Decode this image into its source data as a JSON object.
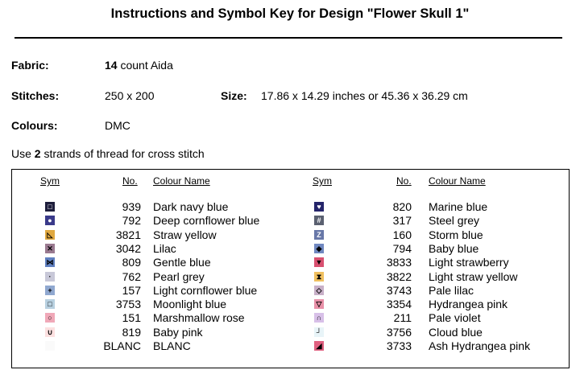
{
  "title": "Instructions and Symbol Key for Design \"Flower Skull 1\"",
  "fabric": {
    "label": "Fabric:",
    "count": "14",
    "text": "count Aida"
  },
  "stitches": {
    "label": "Stitches:",
    "value": "250 x 200"
  },
  "size": {
    "label": "Size:",
    "value": "17.86 x 14.29 inches or 45.36 x 36.29 cm"
  },
  "colours": {
    "label": "Colours:",
    "value": "DMC"
  },
  "strands": {
    "pre": "Use",
    "count": "2",
    "post": "strands of thread for cross stitch"
  },
  "headers": {
    "sym": "Sym",
    "no": "No.",
    "name": "Colour Name"
  },
  "left": [
    {
      "no": "939",
      "name": "Dark navy blue",
      "color": "#1e1e3c",
      "glyph": "□",
      "fg": "#fff"
    },
    {
      "no": "792",
      "name": "Deep cornflower blue",
      "color": "#3a3a8a",
      "glyph": "●",
      "fg": "#fff"
    },
    {
      "no": "3821",
      "name": "Straw yellow",
      "color": "#e0a840",
      "glyph": "◺",
      "fg": "#000"
    },
    {
      "no": "3042",
      "name": "Lilac",
      "color": "#9a7a90",
      "glyph": "✕",
      "fg": "#000"
    },
    {
      "no": "809",
      "name": "Gentle blue",
      "color": "#6080c0",
      "glyph": "⋈",
      "fg": "#000"
    },
    {
      "no": "762",
      "name": "Pearl grey",
      "color": "#c8c8d8",
      "glyph": "·",
      "fg": "#000"
    },
    {
      "no": "157",
      "name": "Light cornflower blue",
      "color": "#90a8d0",
      "glyph": "+",
      "fg": "#000"
    },
    {
      "no": "3753",
      "name": "Moonlight blue",
      "color": "#b8d0e0",
      "glyph": "□",
      "fg": "#000"
    },
    {
      "no": "151",
      "name": "Marshmallow rose",
      "color": "#f0a8b8",
      "glyph": "○",
      "fg": "#000"
    },
    {
      "no": "819",
      "name": "Baby pink",
      "color": "#fce0e0",
      "glyph": "∪",
      "fg": "#000"
    },
    {
      "no": "BLANC",
      "name": "BLANC",
      "color": "#fafafa",
      "glyph": "",
      "fg": "#000"
    }
  ],
  "right": [
    {
      "no": "820",
      "name": "Marine blue",
      "color": "#24246a",
      "glyph": "♥",
      "fg": "#fff"
    },
    {
      "no": "317",
      "name": "Steel grey",
      "color": "#5a6070",
      "glyph": "#",
      "fg": "#fff"
    },
    {
      "no": "160",
      "name": "Storm blue",
      "color": "#6878a8",
      "glyph": "Z",
      "fg": "#fff"
    },
    {
      "no": "794",
      "name": "Baby blue",
      "color": "#7088c0",
      "glyph": "◆",
      "fg": "#000"
    },
    {
      "no": "3833",
      "name": "Light strawberry",
      "color": "#d85070",
      "glyph": "▼",
      "fg": "#000"
    },
    {
      "no": "3822",
      "name": "Light straw yellow",
      "color": "#f0c060",
      "glyph": "⧗",
      "fg": "#000"
    },
    {
      "no": "3743",
      "name": "Pale lilac",
      "color": "#c8b0c8",
      "glyph": "◇",
      "fg": "#000"
    },
    {
      "no": "3354",
      "name": "Hydrangea pink",
      "color": "#e890a8",
      "glyph": "▽",
      "fg": "#000"
    },
    {
      "no": "211",
      "name": "Pale violet",
      "color": "#d8c0e8",
      "glyph": "∩",
      "fg": "#000"
    },
    {
      "no": "3756",
      "name": "Cloud blue",
      "color": "#e8f4f8",
      "glyph": "┘",
      "fg": "#000"
    },
    {
      "no": "3733",
      "name": "Ash Hydrangea pink",
      "color": "#e06080",
      "glyph": "◢",
      "fg": "#000"
    }
  ]
}
